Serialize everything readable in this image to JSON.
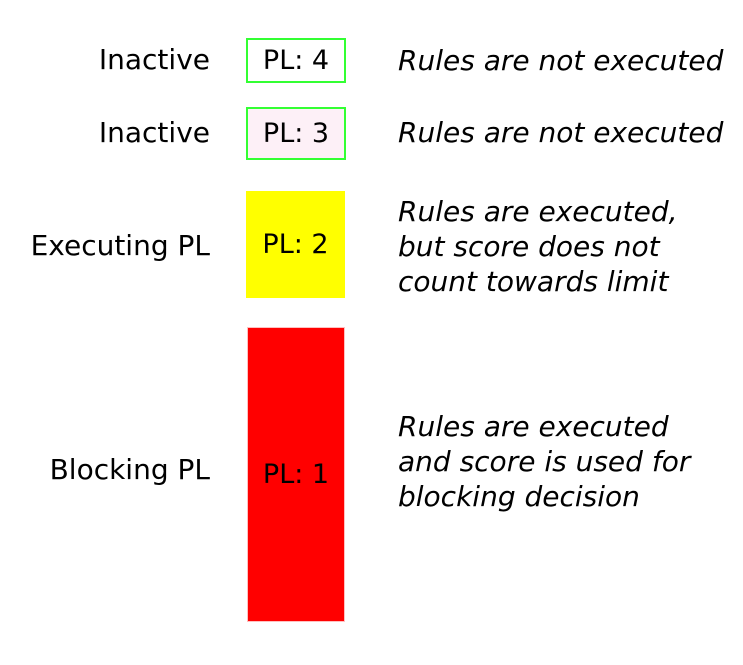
{
  "rows": [
    {
      "label": "Inactive",
      "box_label": "PL: 4",
      "description": "Rules are not executed"
    },
    {
      "label": "Inactive",
      "box_label": "PL: 3",
      "description": "Rules are not executed"
    },
    {
      "label": "Executing PL",
      "box_label": "PL: 2",
      "description": "Rules are executed,\nbut score does not\ncount towards limit"
    },
    {
      "label": "Blocking PL",
      "box_label": "PL: 1",
      "description": "Rules are executed\nand score is used for\nblocking decision"
    }
  ],
  "colors": {
    "inactive_box_border": "#33ff33",
    "pl4_box_fill": "#ffffff",
    "pl3_box_fill": "#fdf0f7",
    "pl2_box_fill": "#ffff00",
    "pl1_box_fill": "#ff0000",
    "pl1_box_border": "#ffc0c0",
    "text": "#000000",
    "background": "#ffffff"
  }
}
